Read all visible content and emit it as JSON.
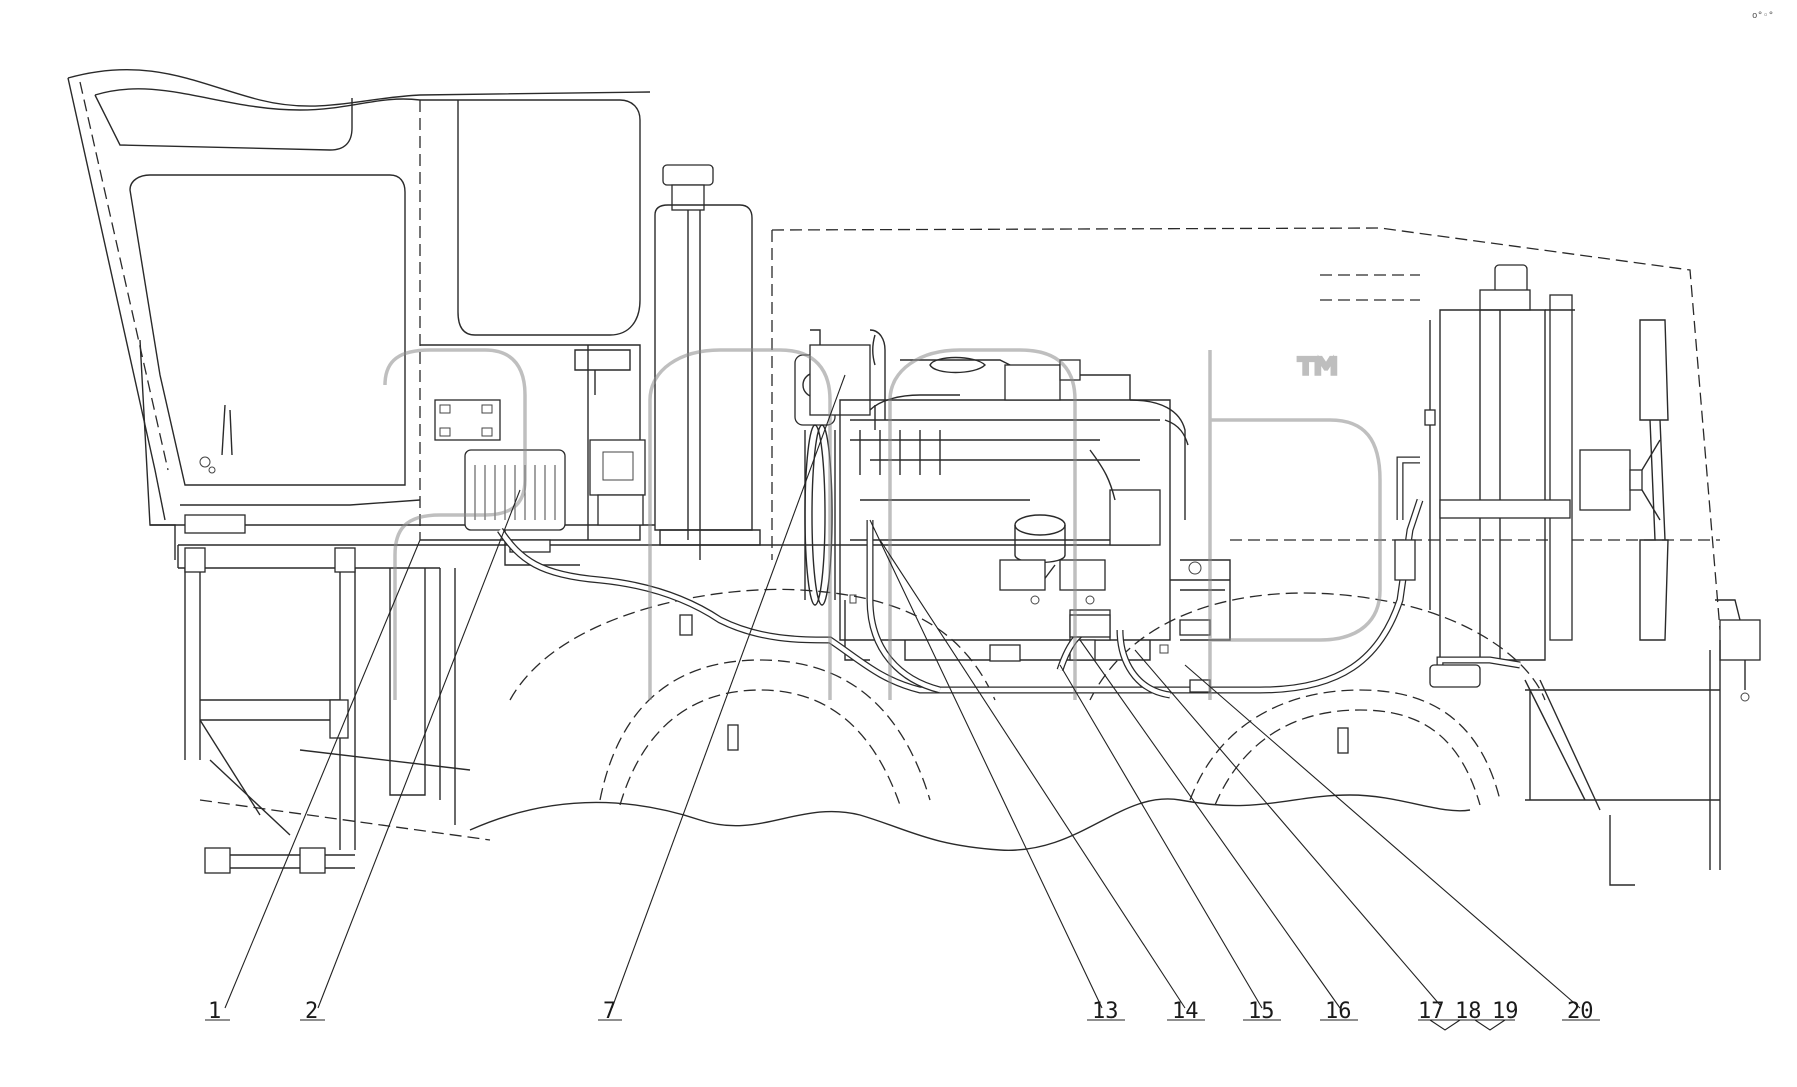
{
  "watermark": {
    "mark": "™"
  },
  "corner_mark": "o°◦°",
  "callouts": [
    {
      "id": "1",
      "label": "1"
    },
    {
      "id": "2",
      "label": "2"
    },
    {
      "id": "7",
      "label": "7"
    },
    {
      "id": "13",
      "label": "13"
    },
    {
      "id": "14",
      "label": "14"
    },
    {
      "id": "15",
      "label": "15"
    },
    {
      "id": "16",
      "label": "16"
    },
    {
      "id": "17",
      "label": "17"
    },
    {
      "id": "18",
      "label": "18"
    },
    {
      "id": "19",
      "label": "19"
    },
    {
      "id": "20",
      "label": "20"
    }
  ]
}
